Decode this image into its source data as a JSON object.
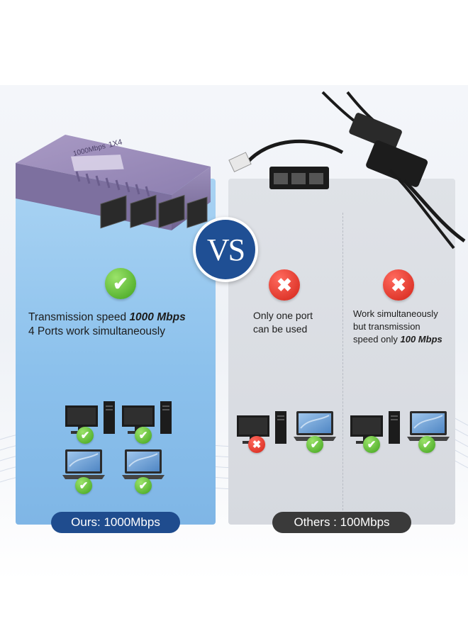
{
  "product": {
    "label_speed": "1000Mbps",
    "label_ratio": "1X4"
  },
  "vs_label": "VS",
  "left_column": {
    "line1_prefix": "Transmission speed ",
    "line1_bold": "1000 Mbps",
    "line2": "4 Ports work simultaneously",
    "pill": "Ours: 1000Mbps"
  },
  "middle_column": {
    "line1": "Only one port",
    "line2": "can be used"
  },
  "right_column": {
    "line1": "Work simultaneously",
    "line2": "but transmission",
    "line3_prefix": "speed only ",
    "line3_bold": "100 Mbps"
  },
  "others_pill": "Others : 100Mbps",
  "icons": {
    "check": "check-icon",
    "cross": "cross-icon"
  },
  "colors": {
    "ours_panel": "#8cc1ec",
    "others_panel": "#d6d9df",
    "vs_badge": "#1f4f94",
    "ok": "#3fa21c",
    "bad": "#d32418"
  }
}
